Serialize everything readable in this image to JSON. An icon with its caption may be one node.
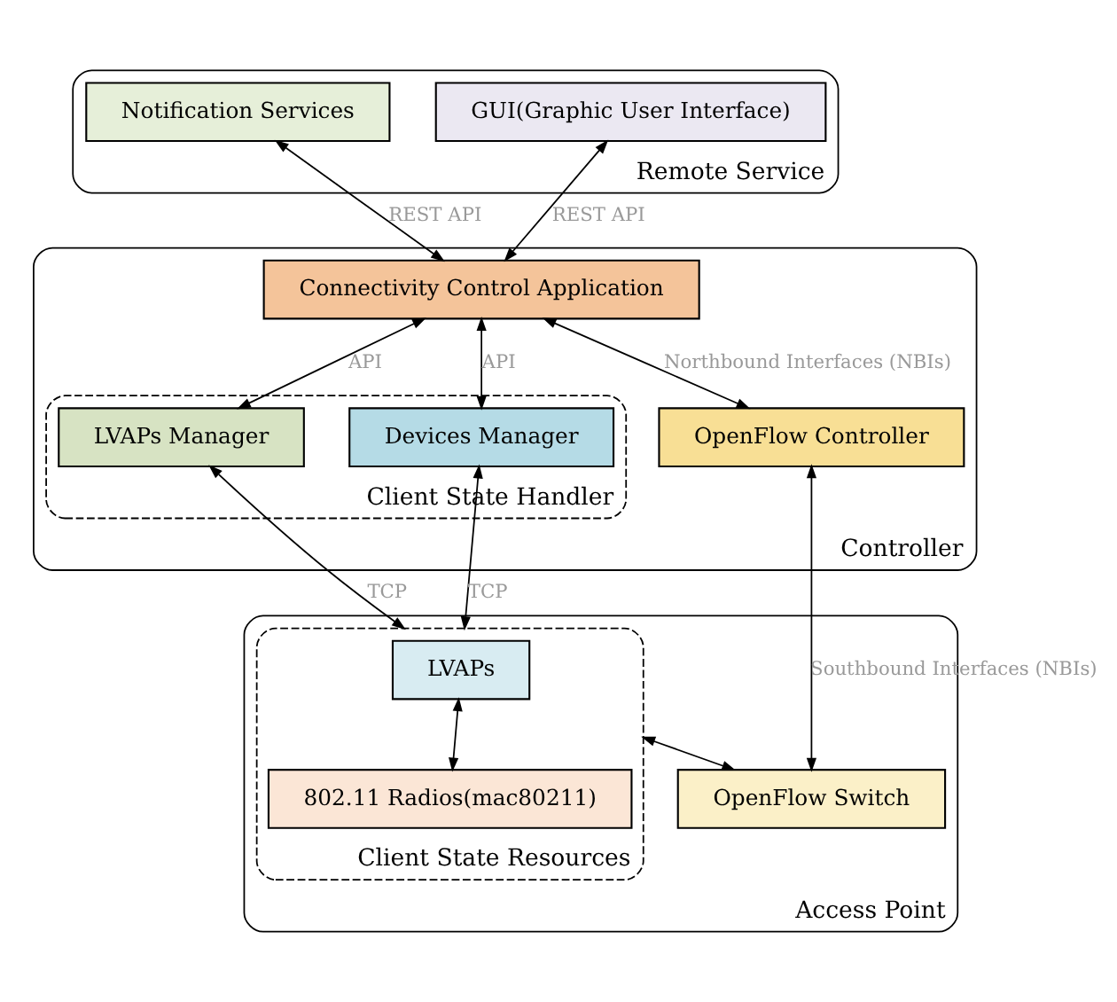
{
  "diagram": {
    "nodes": [
      {
        "text": [
          "Remote Service"
        ]
      },
      {
        "text": [
          "Notification Services"
        ],
        "in": 0
      },
      {
        "text": [
          "GUI(Graphic User Interface)"
        ],
        "in": 0
      },
      {
        "text": [
          "Controller"
        ]
      },
      {
        "text": [
          "Connectivity Control Application"
        ],
        "in": 3
      },
      {
        "text": [
          "Client State Handler"
        ],
        "in": 3
      },
      {
        "text": [
          "LVAPs Manager"
        ],
        "in": 5
      },
      {
        "text": [
          "Devices Manager"
        ],
        "in": 5
      },
      {
        "text": [
          "OpenFlow Controller"
        ],
        "in": 3
      },
      {
        "text": [
          "Access Point"
        ]
      },
      {
        "text": [
          "Client State Resources"
        ],
        "in": 9
      },
      {
        "text": [
          "LVAPs"
        ],
        "in": 10
      },
      {
        "text": [
          "802.11 Radios(mac80211)"
        ],
        "in": 10
      },
      {
        "text": [
          "OpenFlow Switch"
        ],
        "in": 9
      }
    ],
    "edges": [
      {
        "from": 1,
        "to": 4,
        "arrow": "both",
        "label": "REST API"
      },
      {
        "from": 2,
        "to": 4,
        "arrow": "both",
        "label": "REST API"
      },
      {
        "from": 4,
        "to": 6,
        "arrow": "both",
        "label": "API"
      },
      {
        "from": 4,
        "to": 7,
        "arrow": "both",
        "label": "API"
      },
      {
        "from": 4,
        "to": 8,
        "arrow": "both",
        "label": "Northbound Interfaces (NBIs)"
      },
      {
        "from": 6,
        "to": 10,
        "arrow": "both",
        "label": "TCP"
      },
      {
        "from": 7,
        "to": 10,
        "arrow": "both",
        "label": "TCP"
      },
      {
        "from": 8,
        "to": 13,
        "arrow": "both",
        "label": "Southbound Interfaces (NBIs)"
      },
      {
        "from": 11,
        "to": 12,
        "arrow": "both"
      },
      {
        "from": 10,
        "to": 13,
        "arrow": "both"
      }
    ]
  }
}
